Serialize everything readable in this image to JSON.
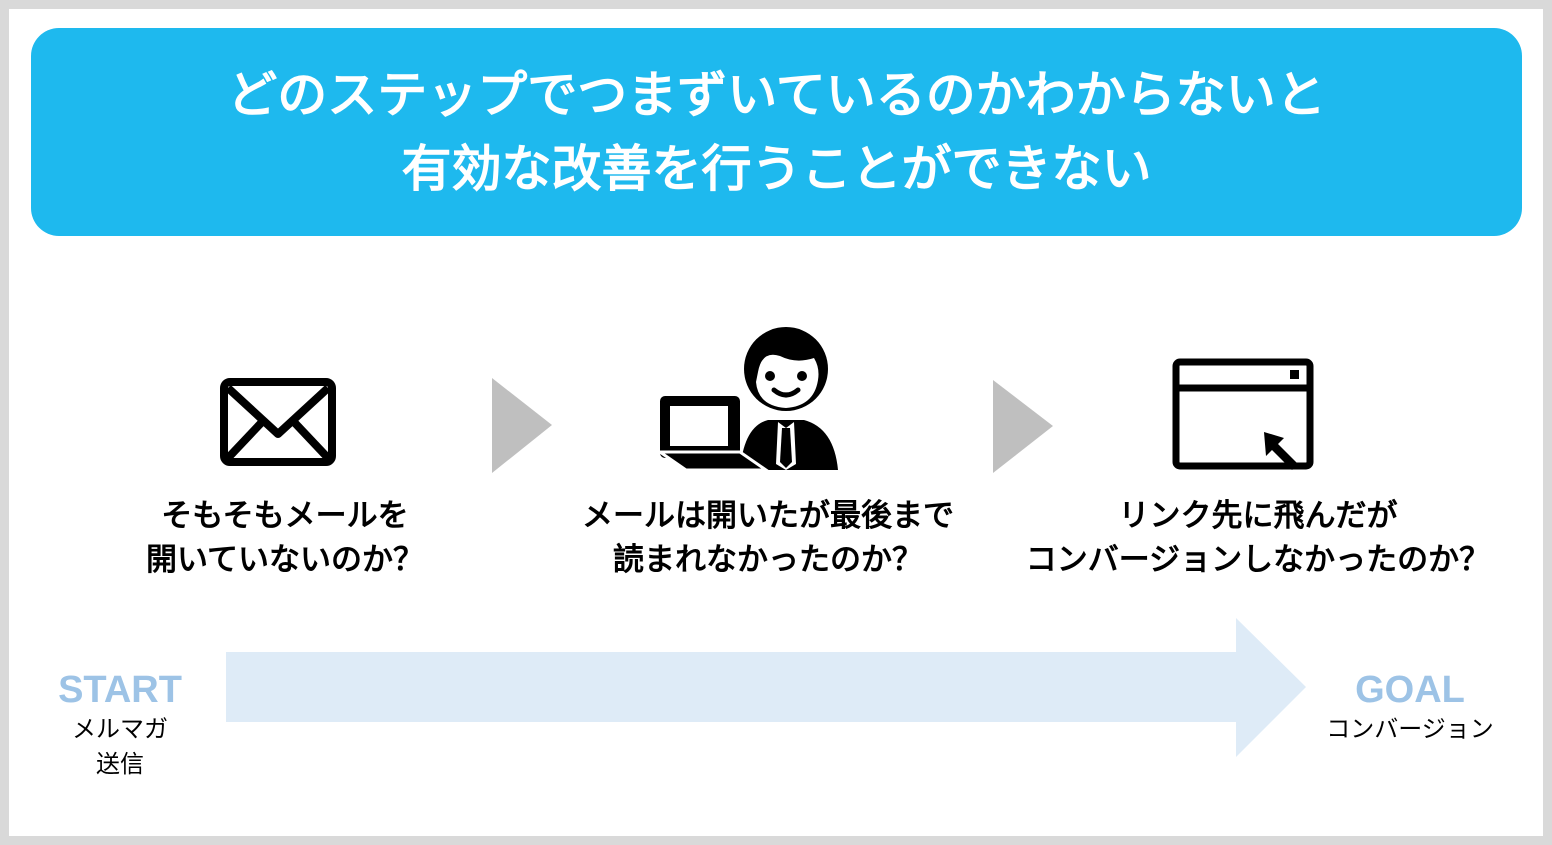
{
  "banner": {
    "line1": "どのステップでつまずいているのかわからないと",
    "line2": "有効な改善を行うことができない",
    "color": "#1EB9EE"
  },
  "steps": [
    {
      "icon": "envelope-icon",
      "line1": "そもそもメールを",
      "line2": "開いていないのか？"
    },
    {
      "icon": "person-laptop-icon",
      "line1": "メールは開いたが最後まで",
      "line2": "読まれなかったのか？"
    },
    {
      "icon": "browser-click-icon",
      "line1": "リンク先に飛んだが",
      "line2": "コンバージョンしなかったのか？"
    }
  ],
  "separators": [
    "triangle-right-icon",
    "triangle-right-icon"
  ],
  "flow": {
    "start": {
      "title": "START",
      "sub1": "メルマガ",
      "sub2": "送信"
    },
    "goal": {
      "title": "GOAL",
      "sub1": "コンバージョン"
    },
    "arrow_color": "#DEEBF7",
    "label_color": "#9DC3E6"
  }
}
